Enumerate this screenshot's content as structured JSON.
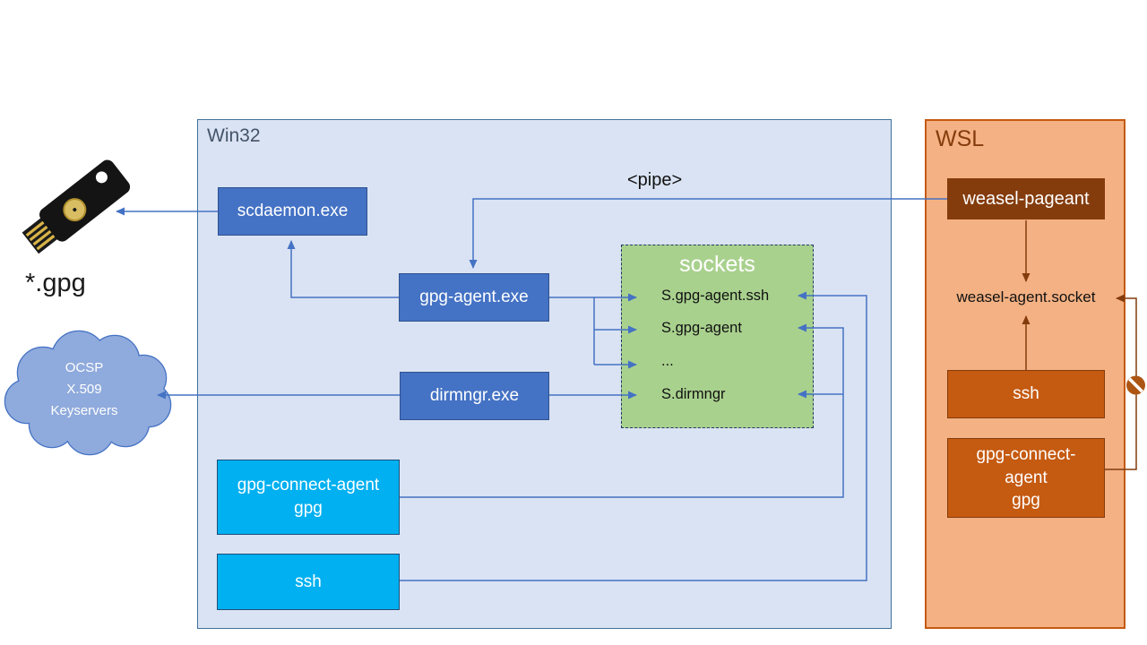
{
  "diagram": {
    "pipe_label": "<pipe>",
    "win32": {
      "label": "Win32",
      "scdaemon": "scdaemon.exe",
      "gpg_agent": "gpg-agent.exe",
      "dirmngr": "dirmngr.exe",
      "gpg_connect_agent": {
        "line1": "gpg-connect-agent",
        "line2": "gpg"
      },
      "ssh": "ssh",
      "sockets": {
        "title": "sockets",
        "entries": [
          "S.gpg-agent.ssh",
          "S.gpg-agent",
          "...",
          "S.dirmngr"
        ]
      }
    },
    "wsl": {
      "label": "WSL",
      "weasel_pageant": "weasel-pageant",
      "weasel_socket": "weasel-agent.socket",
      "ssh": "ssh",
      "gpg_connect_agent": {
        "line1": "gpg-connect-",
        "line2": "agent",
        "line3": "gpg"
      }
    },
    "external": {
      "smartcard_label": "*.gpg",
      "cloud": {
        "line1": "OCSP",
        "line2": "X.509",
        "line3": "Keyservers"
      }
    },
    "colors": {
      "win32_fill": "#dae3f3",
      "win32_border": "#41719c",
      "process_blue": "#4472c4",
      "process_blue_border": "#2f528f",
      "client_cyan": "#00b0f0",
      "sockets_green": "#a9d18e",
      "sockets_border": "#1f3864",
      "wsl_fill": "#f4b183",
      "wsl_border": "#c55a11",
      "wsl_dark_brown": "#843c0c",
      "arrow_blue": "#4472c4",
      "arrow_brown": "#843c0c",
      "cloud_fill": "#8faadc",
      "cloud_border": "#4472c4"
    }
  }
}
